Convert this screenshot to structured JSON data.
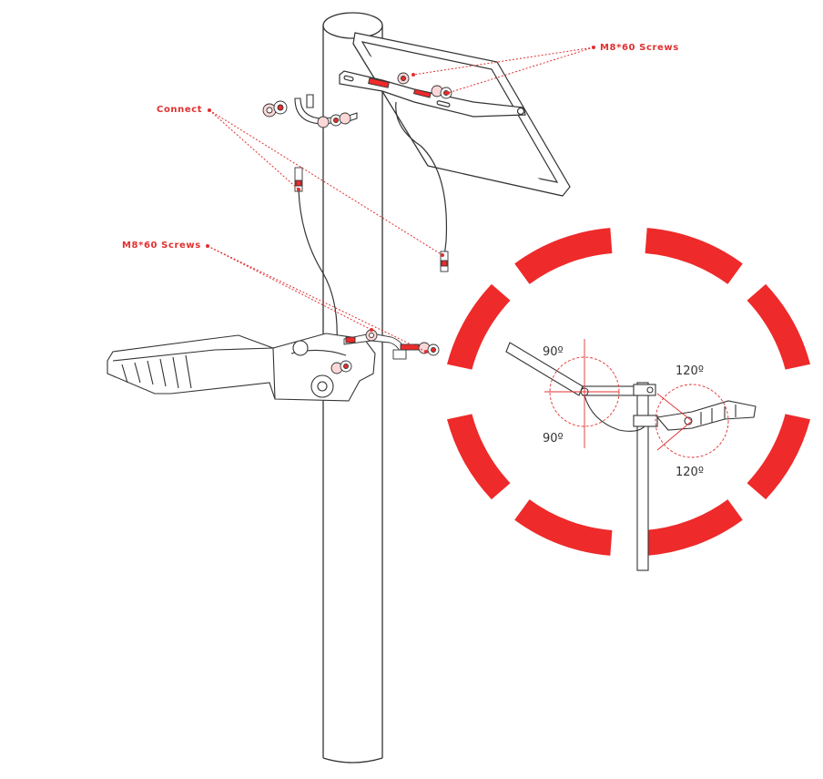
{
  "labels": {
    "screws_top": "M8*60 Screws",
    "connect": "Connect",
    "screws_bottom": "M8*60 Screws"
  },
  "angles": {
    "panel_up": "90º",
    "panel_down": "90º",
    "lamp_up": "120º",
    "lamp_down": "120º"
  },
  "colors": {
    "accent": "#ee2a2a",
    "line": "#333333",
    "guide": "#e03030"
  }
}
